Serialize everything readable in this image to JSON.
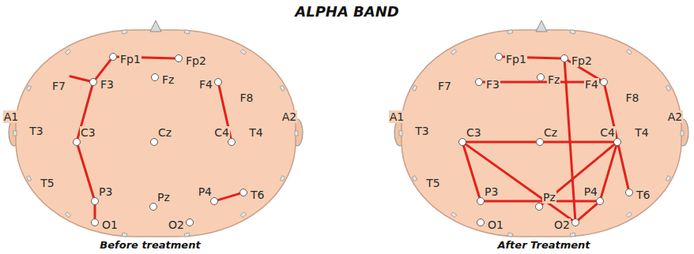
{
  "diagram": {
    "title": "ALPHA BAND",
    "nodes": [
      {
        "text": [
          "Fp1"
        ]
      },
      {
        "text": [
          "Fp2"
        ]
      },
      {
        "text": [
          "F7"
        ]
      },
      {
        "text": [
          "F3"
        ]
      },
      {
        "text": [
          "Fz"
        ]
      },
      {
        "text": [
          "F4"
        ]
      },
      {
        "text": [
          "F8"
        ]
      },
      {
        "text": [
          "A1"
        ]
      },
      {
        "text": [
          "T3"
        ]
      },
      {
        "text": [
          "C3"
        ]
      },
      {
        "text": [
          "Cz"
        ]
      },
      {
        "text": [
          "C4"
        ]
      },
      {
        "text": [
          "T4"
        ]
      },
      {
        "text": [
          "A2"
        ]
      },
      {
        "text": [
          "T5"
        ]
      },
      {
        "text": [
          "P3"
        ]
      },
      {
        "text": [
          "Pz"
        ]
      },
      {
        "text": [
          "P4"
        ]
      },
      {
        "text": [
          "T6"
        ]
      },
      {
        "text": [
          "O1"
        ]
      },
      {
        "text": [
          "O2"
        ]
      },
      {
        "text": [
          "Fp1"
        ]
      },
      {
        "text": [
          "Fp2"
        ]
      },
      {
        "text": [
          "F7"
        ]
      },
      {
        "text": [
          "F3"
        ]
      },
      {
        "text": [
          "Fz"
        ]
      },
      {
        "text": [
          "F4"
        ]
      },
      {
        "text": [
          "F8"
        ]
      },
      {
        "text": [
          "A1"
        ]
      },
      {
        "text": [
          "T3"
        ]
      },
      {
        "text": [
          "C3"
        ]
      },
      {
        "text": [
          "Cz"
        ]
      },
      {
        "text": [
          "C4"
        ]
      },
      {
        "text": [
          "T4"
        ]
      },
      {
        "text": [
          "A2"
        ]
      },
      {
        "text": [
          "T5"
        ]
      },
      {
        "text": [
          "P3"
        ]
      },
      {
        "text": [
          "Pz"
        ]
      },
      {
        "text": [
          "P4"
        ]
      },
      {
        "text": [
          "T6"
        ]
      },
      {
        "text": [
          "O1"
        ]
      },
      {
        "text": [
          "O2"
        ]
      }
    ],
    "edges": [
      {
        "from": 0,
        "to": 1,
        "arrow": "none"
      },
      {
        "from": 0,
        "to": 3,
        "arrow": "none"
      },
      {
        "from": 2,
        "to": 3,
        "arrow": "none"
      },
      {
        "from": 3,
        "to": 9,
        "arrow": "none"
      },
      {
        "from": 9,
        "to": 15,
        "arrow": "none"
      },
      {
        "from": 15,
        "to": 19,
        "arrow": "none"
      },
      {
        "from": 5,
        "to": 11,
        "arrow": "none"
      },
      {
        "from": 17,
        "to": 18,
        "arrow": "none"
      },
      {
        "from": 21,
        "to": 22,
        "arrow": "none"
      },
      {
        "from": 22,
        "to": 41,
        "arrow": "none"
      },
      {
        "from": 22,
        "to": 26,
        "arrow": "none"
      },
      {
        "from": 24,
        "to": 26,
        "arrow": "none"
      },
      {
        "from": 26,
        "to": 39,
        "arrow": "none"
      },
      {
        "from": 30,
        "to": 31,
        "arrow": "none"
      },
      {
        "from": 31,
        "to": 32,
        "arrow": "none"
      },
      {
        "from": 30,
        "to": 36,
        "arrow": "none"
      },
      {
        "from": 30,
        "to": 41,
        "arrow": "none"
      },
      {
        "from": 36,
        "to": 38,
        "arrow": "none"
      },
      {
        "from": 32,
        "to": 38,
        "arrow": "none"
      },
      {
        "from": 32,
        "to": 37,
        "arrow": "none"
      },
      {
        "from": 38,
        "to": 41,
        "arrow": "none"
      }
    ],
    "labels": [
      "Before treatment",
      "After Treatment"
    ]
  }
}
